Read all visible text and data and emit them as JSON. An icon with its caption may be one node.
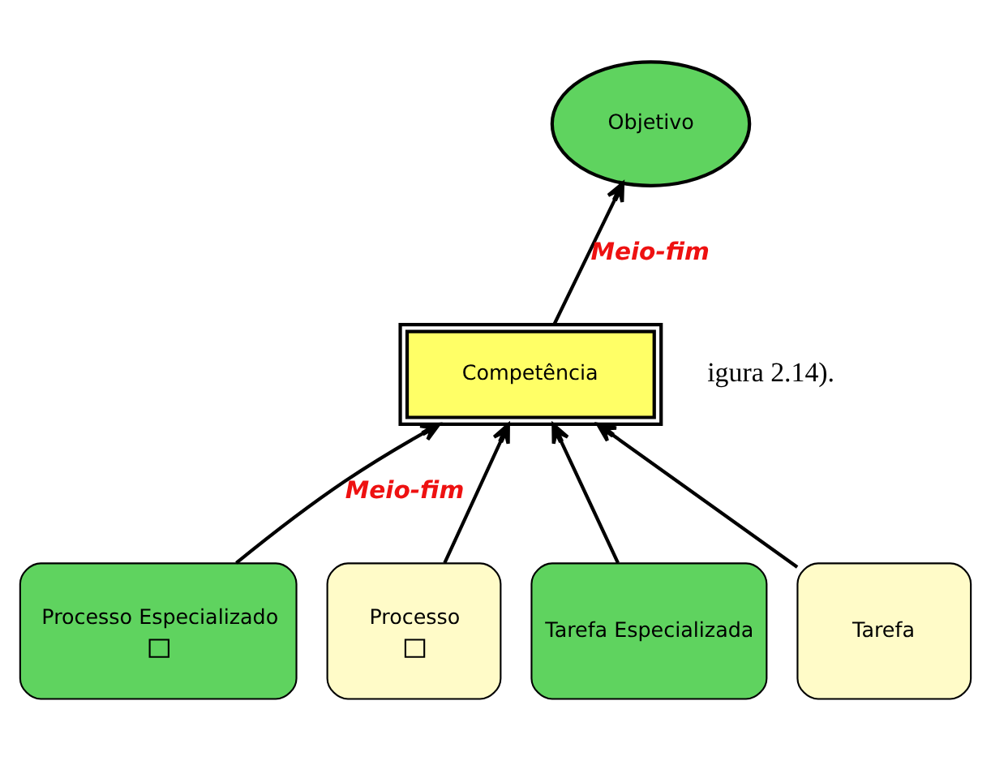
{
  "diagram": {
    "nodes": [
      {
        "text": [
          "Objetivo"
        ]
      },
      {
        "text": [
          "Competência"
        ]
      },
      {
        "text": [
          "Processo Especializado"
        ]
      },
      {
        "text": [
          "Processo"
        ]
      },
      {
        "text": [
          "Tarefa Especializada"
        ]
      },
      {
        "text": [
          "Tarefa"
        ]
      }
    ],
    "edges": [
      {
        "from": 1,
        "to": 0,
        "arrow": "to",
        "label": "Meio-fim"
      },
      {
        "from": 2,
        "to": 1,
        "arrow": "to",
        "label": "Meio-fim"
      },
      {
        "from": 3,
        "to": 1,
        "arrow": "to"
      },
      {
        "from": 4,
        "to": 1,
        "arrow": "to"
      },
      {
        "from": 5,
        "to": 1,
        "arrow": "to"
      }
    ],
    "labels": [
      "igura 2.14)."
    ]
  }
}
